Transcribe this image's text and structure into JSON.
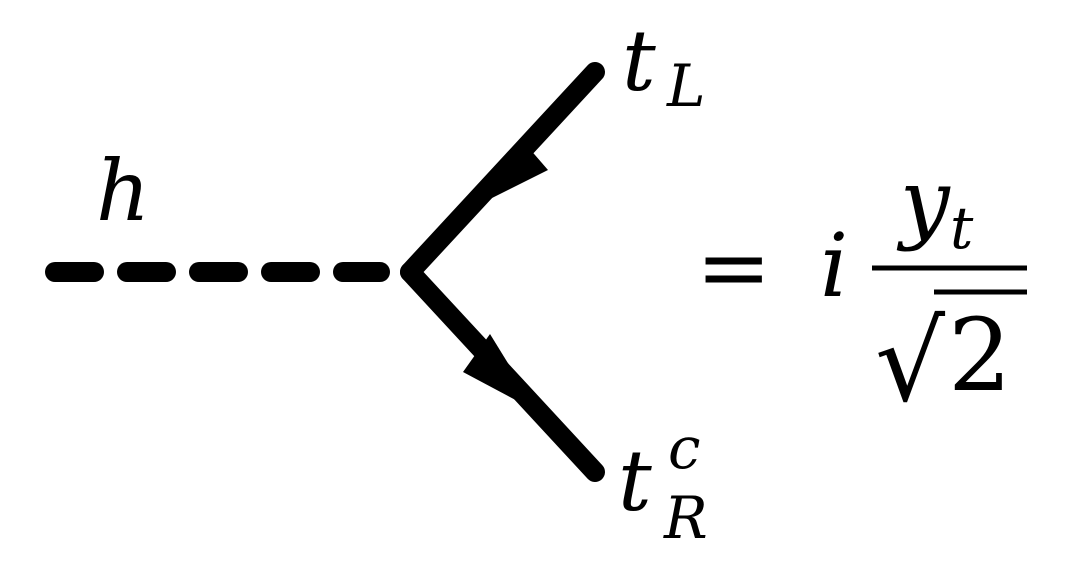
{
  "diagram": {
    "labels": {
      "scalar": "h",
      "top_quark_base": "t",
      "top_quark_sub": "L",
      "bottom_quark_base": "t",
      "bottom_quark_sup": "c",
      "bottom_quark_sub": "R"
    },
    "equation": {
      "equals": "=",
      "imag": "i",
      "numerator_base": "y",
      "numerator_sub": "t",
      "radical": "√",
      "radicand": "2"
    },
    "colors": {
      "ink": "#000000",
      "background": "#ffffff"
    }
  }
}
